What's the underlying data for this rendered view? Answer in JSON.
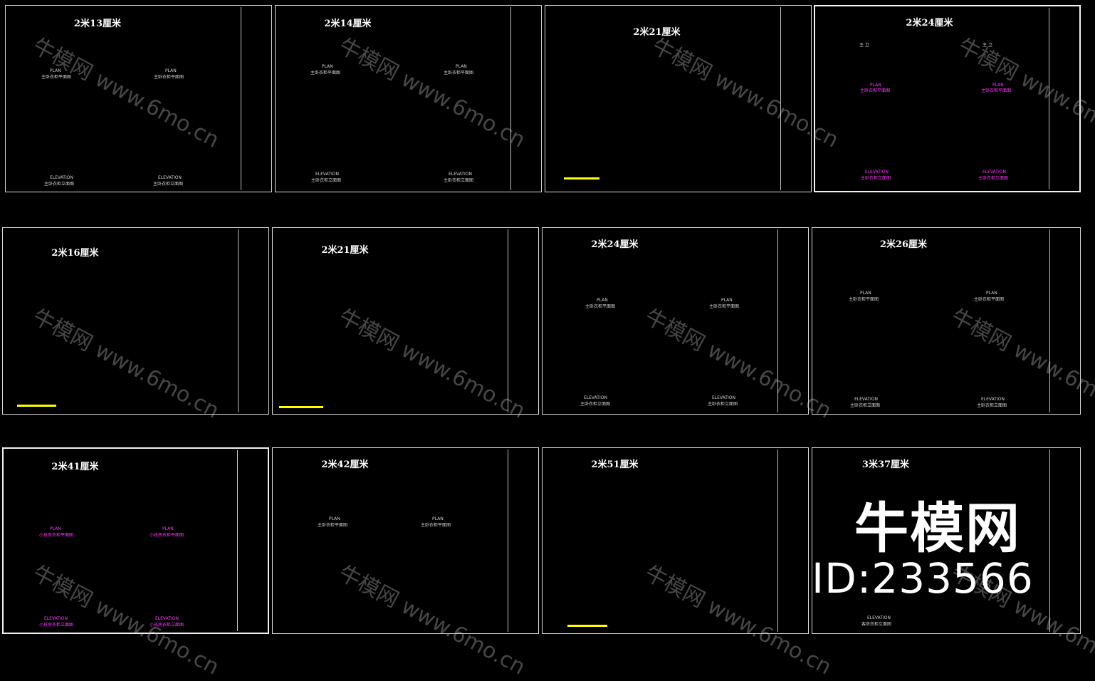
{
  "colors": {
    "background": "#000000",
    "frame": "#d9d9d9",
    "cad_line": "#ffffff",
    "dim_green": "#00ff00",
    "cut_red": "#ff0000",
    "annot_magenta": "#ff33ff",
    "legend_yellow": "#ffff00",
    "glass_blue": "#6fa8dc"
  },
  "labels": {
    "plan": "PLAN",
    "elevation": "ELEVATION",
    "plan_cn": "主卧衣柜平面图",
    "elevation_cn": "主卧衣柜立面图",
    "plan_small_cn": "小孩房衣柜平面图",
    "elevation_small_cn": "小孩房衣柜立面图",
    "elevation_guest_cn": "客房衣柜立面图",
    "bath": "主 卫"
  },
  "panels": [
    {
      "title": "2米13厘米"
    },
    {
      "title": "2米14厘米"
    },
    {
      "title": "2米21厘米"
    },
    {
      "title": "2米24厘米"
    },
    {
      "title": "2米16厘米"
    },
    {
      "title": "2米21厘米"
    },
    {
      "title": "2米24厘米"
    },
    {
      "title": "2米26厘米"
    },
    {
      "title": "2米41厘米"
    },
    {
      "title": "2米42厘米"
    },
    {
      "title": "2米51厘米"
    },
    {
      "title": "3米37厘米"
    }
  ],
  "watermark": {
    "brand": "牛模网",
    "id": "ID:233566",
    "diagonal": "牛模网 www.6mo.cn"
  }
}
